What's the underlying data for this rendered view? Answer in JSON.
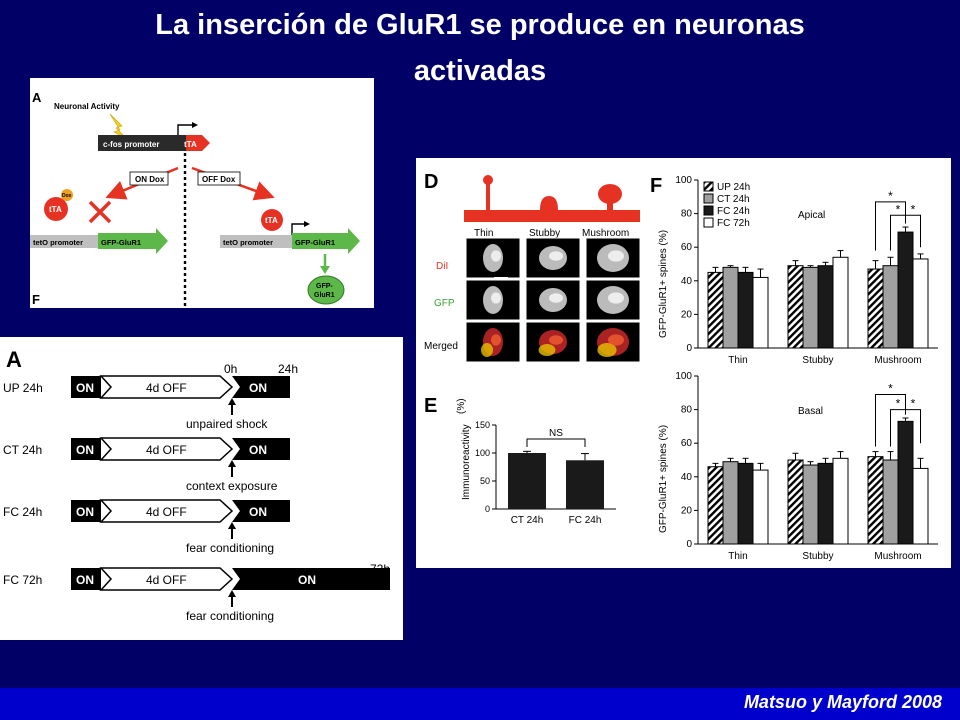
{
  "slide": {
    "title_line1": "La inserción de GluR1 se produce en neuronas",
    "title_line2": "activadas",
    "citation": "Matsuo y Mayford 2008"
  },
  "panel_top_left": {
    "label_a": "A",
    "label_f": "F",
    "neuronal_activity": "Neuronal Activity",
    "cfos_promoter": "c-fos promoter",
    "tta": "tTA",
    "on_dox": "ON Dox",
    "off_dox": "OFF Dox",
    "dox": "Dox",
    "teto_promoter": "tetO promoter",
    "gfp_glur1": "GFP-GluR1",
    "gfp_glur1_protein_line1": "GFP-",
    "gfp_glur1_protein_line2": "GluR1"
  },
  "panel_bottom_left": {
    "label": "A",
    "time_0": "0h",
    "time_24": "24h",
    "time_72": "72h",
    "rows": [
      {
        "name": "UP 24h",
        "on1": "ON",
        "off": "4d OFF",
        "on2": "ON",
        "event": "unpaired shock"
      },
      {
        "name": "CT 24h",
        "on1": "ON",
        "off": "4d OFF",
        "on2": "ON",
        "event": "context exposure"
      },
      {
        "name": "FC 24h",
        "on1": "ON",
        "off": "4d OFF",
        "on2": "ON",
        "event": "fear conditioning"
      },
      {
        "name": "FC 72h",
        "on1": "ON",
        "off": "4d OFF",
        "on2": "ON",
        "event": "fear conditioning"
      }
    ]
  },
  "panel_right": {
    "label_d": "D",
    "label_e": "E",
    "label_f": "F",
    "spine_types": [
      "Thin",
      "Stubby",
      "Mushroom"
    ],
    "rows": [
      "DiI",
      "GFP",
      "Merged"
    ],
    "e_ylabel": "Immunoreactivity",
    "e_yunit": "(%)",
    "e_ns": "NS",
    "f_ylabel": "GFP-GluR1+ spines (%)",
    "f_legend": [
      "UP 24h",
      "CT 24h",
      "FC 24h",
      "FC 72h"
    ],
    "star": "*"
  },
  "chart_data": [
    {
      "type": "bar",
      "title": "",
      "categories": [
        "CT 24h",
        "FC 24h"
      ],
      "values": [
        100,
        87
      ],
      "errors": [
        3,
        12
      ],
      "ylabel": "Immunoreactivity (%)",
      "ylim": [
        0,
        150
      ],
      "yticks": [
        0,
        50,
        100,
        150
      ],
      "annotation": "NS"
    },
    {
      "type": "bar",
      "title": "Apical",
      "categories": [
        "Thin",
        "Stubby",
        "Mushroom"
      ],
      "series": [
        {
          "name": "UP 24h",
          "values": [
            45,
            49,
            47
          ],
          "errors": [
            3,
            3,
            5
          ]
        },
        {
          "name": "CT 24h",
          "values": [
            48,
            48,
            49
          ],
          "errors": [
            1,
            1,
            5
          ]
        },
        {
          "name": "FC 24h",
          "values": [
            45,
            49,
            69
          ],
          "errors": [
            3,
            2,
            3
          ]
        },
        {
          "name": "FC 72h",
          "values": [
            42,
            54,
            53
          ],
          "errors": [
            5,
            4,
            3
          ]
        }
      ],
      "ylabel": "GFP-GluR1+ spines (%)",
      "ylim": [
        0,
        100
      ],
      "yticks": [
        0,
        20,
        40,
        60,
        80,
        100
      ],
      "legend": "top-left"
    },
    {
      "type": "bar",
      "title": "Basal",
      "categories": [
        "Thin",
        "Stubby",
        "Mushroom"
      ],
      "series": [
        {
          "name": "UP 24h",
          "values": [
            46,
            50,
            52
          ],
          "errors": [
            2,
            4,
            3
          ]
        },
        {
          "name": "CT 24h",
          "values": [
            49,
            47,
            50
          ],
          "errors": [
            2,
            2,
            5
          ]
        },
        {
          "name": "FC 24h",
          "values": [
            48,
            48,
            73
          ],
          "errors": [
            3,
            3,
            2
          ]
        },
        {
          "name": "FC 72h",
          "values": [
            44,
            51,
            45
          ],
          "errors": [
            4,
            4,
            6
          ]
        }
      ],
      "ylabel": "GFP-GluR1+ spines (%)",
      "ylim": [
        0,
        100
      ],
      "yticks": [
        0,
        20,
        40,
        60,
        80,
        100
      ]
    }
  ],
  "colors": {
    "background": "#000066",
    "footer": "#0000cc",
    "red": "#e63223",
    "green": "#5cb848",
    "gray": "#a0a0a0",
    "dark": "#1a1a1a"
  }
}
